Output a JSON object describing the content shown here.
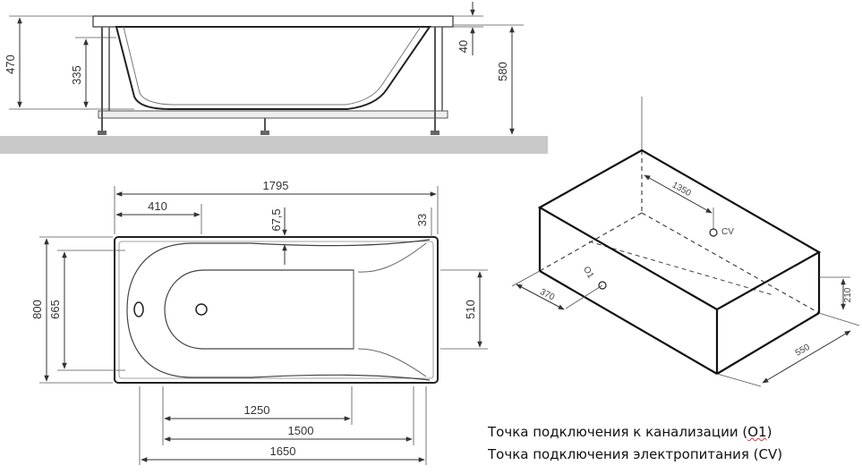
{
  "side_view": {
    "dims": {
      "height_total": "470",
      "inner_depth": "335",
      "rim": "40",
      "height_with_legs": "580"
    }
  },
  "top_view": {
    "dims": {
      "length": "1795",
      "drain_offset": "410",
      "edge_offset": "67,5",
      "corner": "33",
      "width": "800",
      "inner_width": "665",
      "leg_span_width": "510",
      "len_1250": "1250",
      "len_1500": "1500",
      "len_1650": "1650"
    }
  },
  "iso_view": {
    "dims": {
      "d1350": "1350",
      "d370": "370",
      "d210": "210",
      "d550": "550"
    },
    "labels": {
      "cv": "CV",
      "o1": "O1"
    }
  },
  "legend": {
    "drain_prefix": "Точка подключения к канализации (",
    "drain_code": "O1",
    "drain_suffix": ")",
    "power": "Точка подключения электропитания (CV)"
  }
}
